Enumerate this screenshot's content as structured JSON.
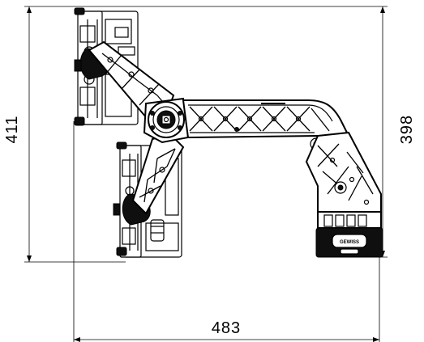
{
  "dimensions": {
    "total_width": "483",
    "left_height": "411",
    "right_height": "398"
  },
  "colors": {
    "line": "#000000",
    "background": "#ffffff"
  },
  "badge_text": "GEWISS"
}
